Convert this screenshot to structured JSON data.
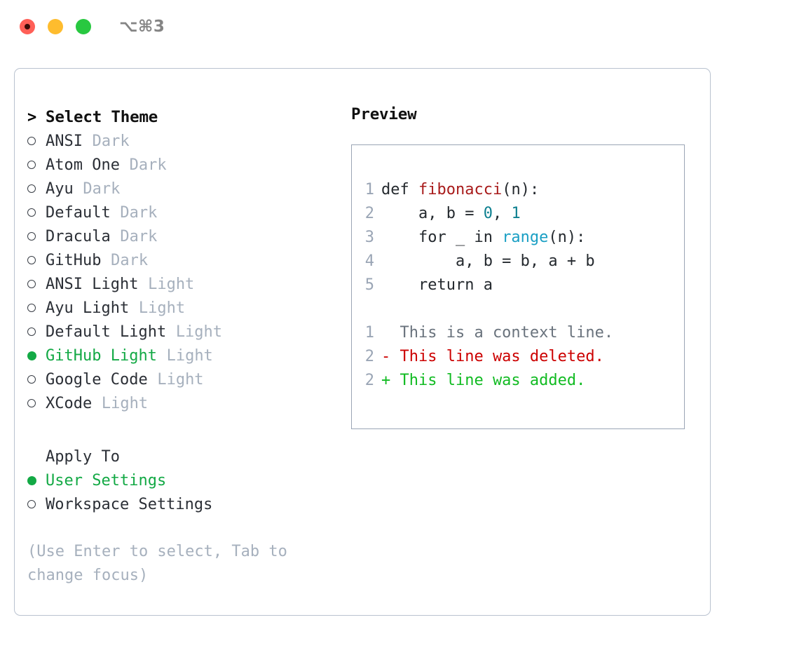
{
  "window": {
    "shortcut": "⌥⌘3",
    "traffic_lights": [
      "close-red",
      "minimize-yellow",
      "maximize-green"
    ]
  },
  "theme_panel": {
    "header_marker": ">",
    "header_label": "Select Theme",
    "items": [
      {
        "name": "ANSI",
        "tag": "Dark",
        "selected": false
      },
      {
        "name": "Atom One",
        "tag": "Dark",
        "selected": false
      },
      {
        "name": "Ayu",
        "tag": "Dark",
        "selected": false
      },
      {
        "name": "Default",
        "tag": "Dark",
        "selected": false
      },
      {
        "name": "Dracula",
        "tag": "Dark",
        "selected": false
      },
      {
        "name": "GitHub",
        "tag": "Dark",
        "selected": false
      },
      {
        "name": "ANSI Light",
        "tag": "Light",
        "selected": false
      },
      {
        "name": "Ayu Light",
        "tag": "Light",
        "selected": false
      },
      {
        "name": "Default Light",
        "tag": "Light",
        "selected": false
      },
      {
        "name": "GitHub Light",
        "tag": "Light",
        "selected": true
      },
      {
        "name": "Google Code",
        "tag": "Light",
        "selected": false
      },
      {
        "name": "XCode",
        "tag": "Light",
        "selected": false
      }
    ]
  },
  "apply_to": {
    "header_label": "Apply To",
    "options": [
      {
        "name": "User Settings",
        "selected": true
      },
      {
        "name": "Workspace Settings",
        "selected": false
      }
    ]
  },
  "hint": {
    "line1": "(Use Enter to select, Tab to",
    "line2": "change focus)"
  },
  "preview": {
    "title": "Preview",
    "code_lines": [
      {
        "no": "1",
        "parts": [
          {
            "t": "def ",
            "c": "code-text"
          },
          {
            "t": "fibonacci",
            "c": "tok-fn"
          },
          {
            "t": "(n):",
            "c": "code-text"
          }
        ]
      },
      {
        "no": "2",
        "parts": [
          {
            "t": "    a, b = ",
            "c": "code-text"
          },
          {
            "t": "0",
            "c": "tok-num"
          },
          {
            "t": ", ",
            "c": "code-text"
          },
          {
            "t": "1",
            "c": "tok-num"
          }
        ]
      },
      {
        "no": "3",
        "parts": [
          {
            "t": "    for _ in ",
            "c": "code-text"
          },
          {
            "t": "range",
            "c": "tok-builtin"
          },
          {
            "t": "(n):",
            "c": "code-text"
          }
        ]
      },
      {
        "no": "4",
        "parts": [
          {
            "t": "        a, b = b, a + b",
            "c": "code-text"
          }
        ]
      },
      {
        "no": "5",
        "parts": [
          {
            "t": "    return a",
            "c": "code-text"
          }
        ]
      }
    ],
    "diff_lines": [
      {
        "no": "1",
        "text": "  This is a context line.",
        "cls": "diff-context"
      },
      {
        "no": "2",
        "text": "- This line was deleted.",
        "cls": "diff-del"
      },
      {
        "no": "2",
        "text": "+ This line was added.",
        "cls": "diff-add"
      }
    ]
  },
  "colors": {
    "accent_green": "#13a945",
    "muted": "#a6b0bd",
    "border": "#b9c2cf",
    "preview_border": "#9aa5b5",
    "diff_add": "#11bb22",
    "diff_del": "#cc0000",
    "token_function": "#a81b1b",
    "token_number": "#0e8090",
    "token_builtin": "#1a9fc4"
  }
}
